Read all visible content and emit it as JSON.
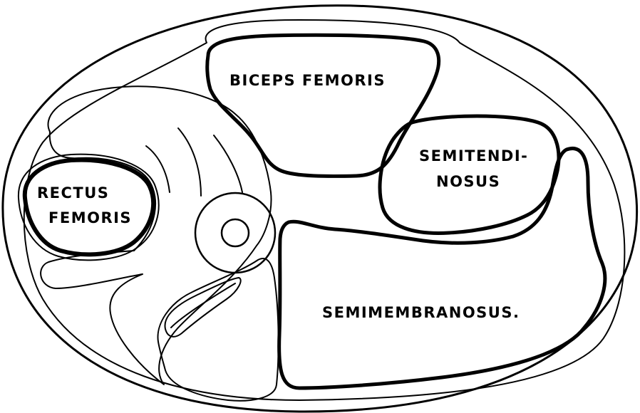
{
  "labels": {
    "biceps_femoris": "BICEPS FEMORIS",
    "semitendinosus_line1": "SEMITENDI-",
    "semitendinosus_line2": "NOSUS",
    "rectus_femoris_line1": "RECTUS",
    "rectus_femoris_line2": "FEMORIS",
    "semimembranosus": "SEMIMEMBRANOSUS."
  },
  "colors": {
    "ink": "#000000",
    "background": "#ffffff"
  }
}
